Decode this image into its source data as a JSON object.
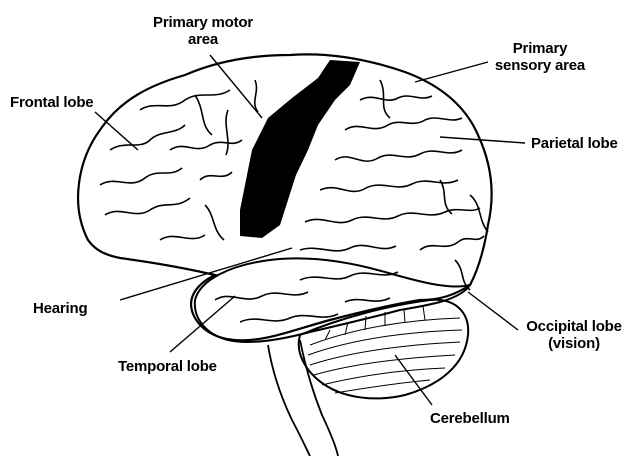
{
  "labels": {
    "primary_motor_line1": "Primary motor",
    "primary_motor_line2": "area",
    "primary_sensory_line1": "Primary",
    "primary_sensory_line2": "sensory area",
    "frontal_lobe": "Frontal lobe",
    "parietal_lobe": "Parietal lobe",
    "hearing": "Hearing",
    "occipital_line1": "Occipital lobe",
    "occipital_line2": "(vision)",
    "temporal_lobe": "Temporal lobe",
    "cerebellum": "Cerebellum"
  },
  "colors": {
    "ink": "#000000",
    "background": "#ffffff"
  }
}
